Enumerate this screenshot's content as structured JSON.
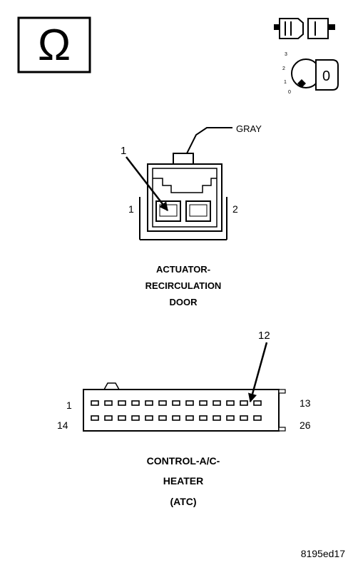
{
  "ohm_symbol": "Ω",
  "ignition": {
    "positions": [
      "3",
      "2",
      "1",
      "0"
    ],
    "key_label": "0",
    "icon": "ignition-key-icon",
    "connector_icon": "disconnect-connector-icon"
  },
  "actuator": {
    "color_label": "GRAY",
    "callout": "1",
    "pin_left": "1",
    "pin_right": "2",
    "title_lines": [
      "ACTUATOR-",
      "RECIRCULATION",
      "DOOR"
    ]
  },
  "control": {
    "callout": "12",
    "pin_top_left": "1",
    "pin_top_right": "13",
    "pin_bottom_left": "14",
    "pin_bottom_right": "26",
    "title_lines": [
      "CONTROL-A/C-",
      "HEATER",
      "(ATC)"
    ]
  },
  "figure_id": "8195ed17"
}
